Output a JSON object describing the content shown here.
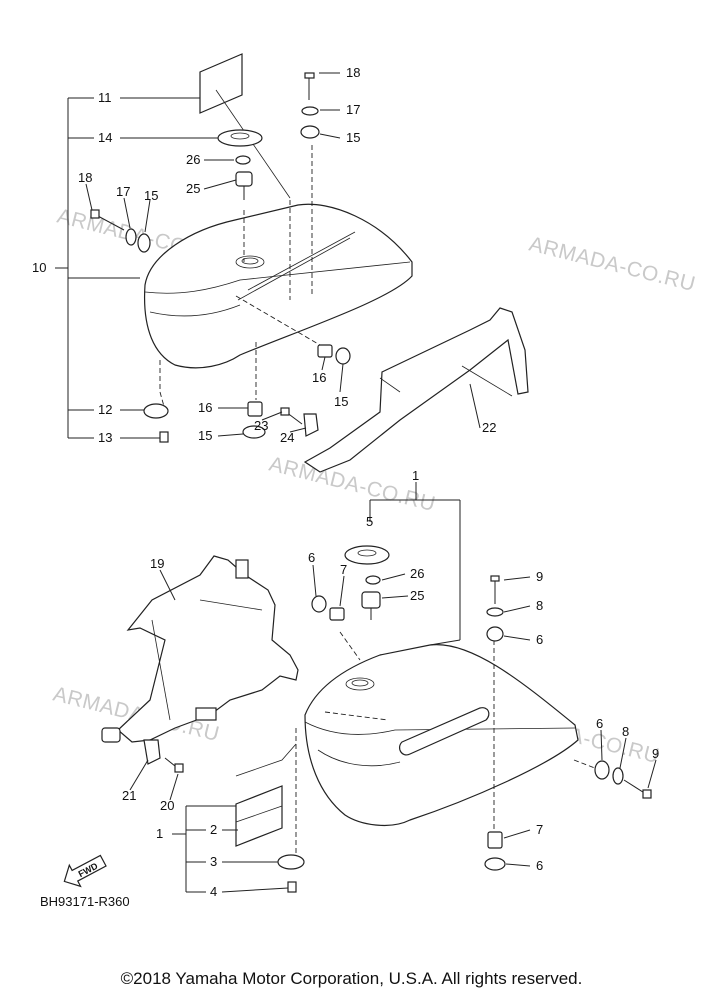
{
  "diagram": {
    "code": "BH93171-R360",
    "fwd_label": "FWD",
    "watermark": "ARMADA-CO.RU",
    "copyright": "©2018 Yamaha Motor Corporation, U.S.A. All rights reserved.",
    "labels": {
      "p18a": "18",
      "p17a": "17",
      "p15a": "15",
      "p11": "11",
      "p14": "14",
      "p26a": "26",
      "p25a": "25",
      "p18b": "18",
      "p17b": "17",
      "p15b": "15",
      "p10": "10",
      "p16a": "16",
      "p15c": "15",
      "p22": "22",
      "p12": "12",
      "p13": "13",
      "p16b": "16",
      "p15d": "15",
      "p23": "23",
      "p24": "24",
      "p1a": "1",
      "p5": "5",
      "p26b": "26",
      "p25b": "25",
      "p19": "19",
      "p6a": "6",
      "p7a": "7",
      "p9a": "9",
      "p8a": "8",
      "p6b": "6",
      "p6c": "6",
      "p8b": "8",
      "p9b": "9",
      "p21": "21",
      "p20": "20",
      "p1b": "1",
      "p2": "2",
      "p3": "3",
      "p4": "4",
      "p7b": "7",
      "p6d": "6"
    }
  }
}
